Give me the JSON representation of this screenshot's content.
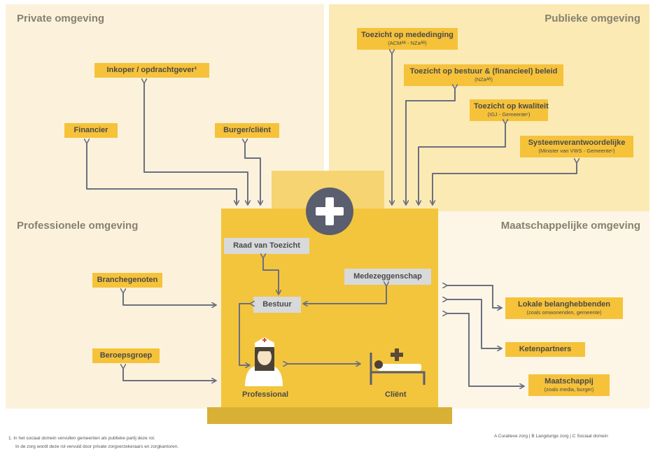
{
  "quadrants": {
    "private": "Private omgeving",
    "public": "Publieke omgeving",
    "professional": "Professionele omgeving",
    "societal": "Maatschappelijke omgeving"
  },
  "private_boxes": {
    "inkoper": "Inkoper / opdrachtgever¹",
    "financier": "Financier",
    "burger": "Burger/cliënt"
  },
  "public_boxes": {
    "mededinging": {
      "title": "Toezicht op mededinging",
      "sub": "(ACMᴬᴮ - NZaᴬᴮ)"
    },
    "bestuur": {
      "title": "Toezicht op bestuur & (financieel) beleid",
      "sub": "(NZaᴬᴮ)"
    },
    "kwaliteit": {
      "title": "Toezicht op kwaliteit",
      "sub": "(IGJ - Gemeenteᶜ)"
    },
    "systeem": {
      "title": "Systeemverantwoordelijke",
      "sub": "(Minister van VWS - Gemeenteᶜ)"
    }
  },
  "professional_boxes": {
    "branche": "Branchegenoten",
    "beroeps": "Beroepsgroep"
  },
  "societal_boxes": {
    "lokale": {
      "title": "Lokale belanghebbenden",
      "sub": "(zoals omwonenden, gemeente)"
    },
    "keten": "Ketenpartners",
    "maatschappij": {
      "title": "Maatschappij",
      "sub": "(zoals media, burger)"
    }
  },
  "internal": {
    "rvt": "Raad van Toezicht",
    "medezeggenschap": "Medezeggenschap",
    "bestuur": "Bestuur",
    "professional": "Professional",
    "client": "Cliënt"
  },
  "footnotes": {
    "note1_line1": "1.  In het sociaal domein vervullen gemeenten als publieke partij deze rol.",
    "note1_line2": "In de zorg wordt deze rol vervuld door private zorgverzekeraars en zorgkantoren.",
    "legend": "A  Curatieve zorg | B  Langdurige zorg | C  Sociaal domein"
  },
  "colors": {
    "accent_yellow": "#f5c23a",
    "building": "#f3c53c",
    "arrow": "#6b6f80",
    "cross_circle": "#5a5e6e"
  },
  "icons": [
    "medical-cross-icon",
    "nurse-icon",
    "hospital-bed-icon"
  ]
}
